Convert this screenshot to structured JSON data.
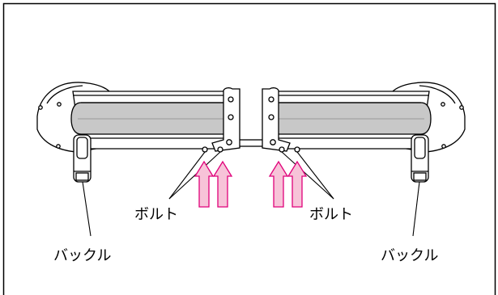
{
  "labels": {
    "bolt_left": "ボルト",
    "bolt_right": "ボルト",
    "buckle_left": "バックル",
    "buckle_right": "バックル"
  },
  "colors": {
    "arrow_fill": "#f7c3d8",
    "arrow_stroke": "#e0007a",
    "tube_fill": "#c8c8c8",
    "outline": "#000000"
  }
}
